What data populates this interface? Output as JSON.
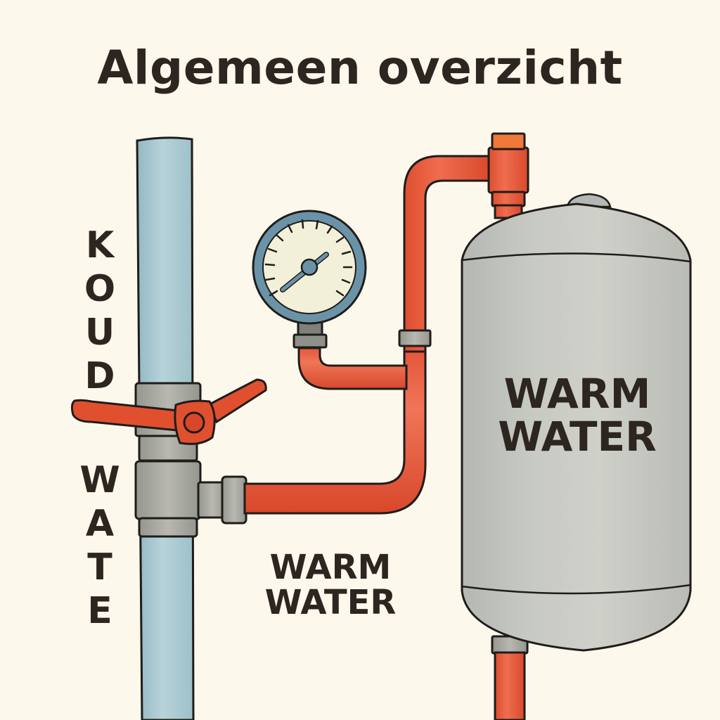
{
  "title": "Algemeen overzicht",
  "labels": {
    "cold_water_vertical": {
      "word1": [
        "K",
        "O",
        "U",
        "D"
      ],
      "word2": [
        "W",
        "A",
        "T",
        "E"
      ]
    },
    "warm_water_floor": {
      "line1": "WARM",
      "line2": "WATER"
    },
    "warm_water_tank": {
      "line1": "WARM",
      "line2": "WATER"
    }
  },
  "components": {
    "cold_pipe": {
      "name": "cold-water-pipe",
      "color": "#a9c9d2"
    },
    "hot_pipe": {
      "name": "hot-water-pipe",
      "color": "#e45a3a"
    },
    "valve": {
      "name": "ball-valve",
      "handle_color": "#e0502f",
      "body_color": "#a5a59e"
    },
    "gauge": {
      "name": "pressure-gauge",
      "rim_color": "#6b93a8",
      "face_color": "#f3f0da"
    },
    "tank": {
      "name": "hot-water-tank",
      "color": "#c3c5bf"
    }
  },
  "colors": {
    "background": "#fdf8ec",
    "text": "#2d2620",
    "outline": "#1f1c1a"
  }
}
